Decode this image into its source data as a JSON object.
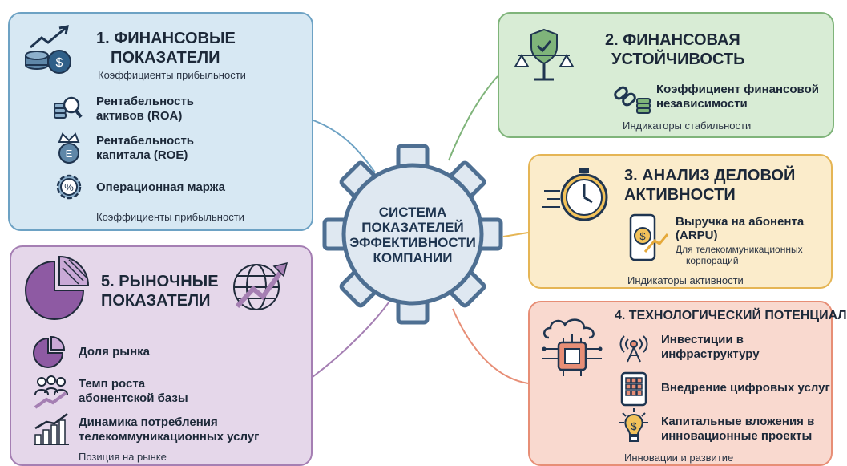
{
  "center": {
    "line1": "СИСТЕМА",
    "line2": "ПОКАЗАТЕЛЕЙ",
    "line3": "ЭФФЕКТИВНОСТИ",
    "line4": "КОМПАНИИ"
  },
  "panel1": {
    "title_line1": "1. ФИНАНСОВЫЕ",
    "title_line2": "ПОКАЗАТЕЛИ",
    "subtitle": "Коэффициенты прибыльности",
    "items": [
      {
        "line1": "Рентабельность",
        "line2": "активов (ROA)"
      },
      {
        "line1": "Рентабельность",
        "line2": "капитала (ROE)"
      },
      {
        "line1": "Операционная маржа",
        "line2": ""
      }
    ],
    "footer": "Коэффициенты прибыльности"
  },
  "panel2": {
    "title_line1": "2. ФИНАНСОВАЯ",
    "title_line2": "УСТОЙЧИВОСТЬ",
    "item_line1": "Коэффициент финансовой",
    "item_line2": "независимости",
    "footer": "Индикаторы стабильности"
  },
  "panel3": {
    "title_line1": "3. АНАЛИЗ ДЕЛОВОЙ",
    "title_line2": "АКТИВНОСТИ",
    "item_line1": "Выручка на абонента",
    "item_line2": "(ARPU)",
    "note_line1": "Для телекоммуникационных",
    "note_line2": "корпораций",
    "footer": "Индикаторы активности"
  },
  "panel4": {
    "title": "4. ТЕХНОЛОГИЧЕСКИЙ ПОТЕНЦИАЛ",
    "items": [
      {
        "line1": "Инвестиции в",
        "line2": "инфраструктуру"
      },
      {
        "line1": "Внедрение цифровых услуг",
        "line2": ""
      },
      {
        "line1": "Капитальные вложения в",
        "line2": "инновационные проекты"
      }
    ],
    "footer": "Инновации и развитие"
  },
  "panel5": {
    "title_line1": "5. РЫНОЧНЫЕ",
    "title_line2": "ПОКАЗАТЕЛИ",
    "items": [
      {
        "line1": "Доля рынка",
        "line2": ""
      },
      {
        "line1": "Темп роста",
        "line2": "абонентской базы"
      },
      {
        "line1": "Динамика потребления",
        "line2": "телекоммуникационных услуг"
      }
    ],
    "footer": "Позиция на рынке"
  },
  "colors": {
    "blue": "#d7e8f3",
    "green": "#d8ecd5",
    "yellow": "#fbeccb",
    "red": "#f9d9cf",
    "purple": "#e5d7ea",
    "gear": "#dfe8f1",
    "gear_stroke": "#4e6f92"
  },
  "icons": [
    "coins-growth-icon",
    "magnifier-coins-icon",
    "crown-coin-icon",
    "percent-gear-icon",
    "shield-scales-icon",
    "chain-coins-icon",
    "stopwatch-icon",
    "phone-dollar-icon",
    "chip-cloud-icon",
    "antenna-icon",
    "tablet-grid-icon",
    "lightbulb-dollar-icon",
    "pie-chart-icon",
    "globe-arrow-icon",
    "pie-small-icon",
    "people-growth-icon",
    "bar-growth-icon"
  ]
}
